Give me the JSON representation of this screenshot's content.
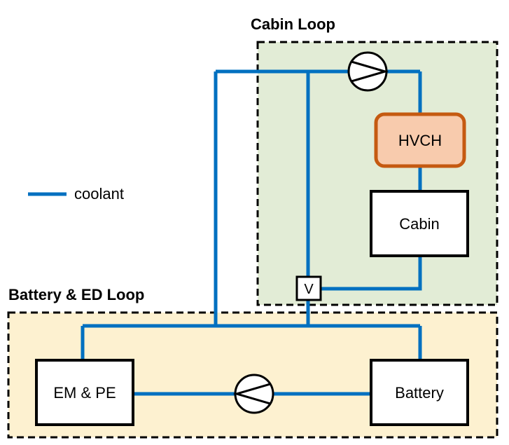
{
  "regions": {
    "cabin_loop": {
      "label": "Cabin Loop",
      "fill": "#e2ecd6"
    },
    "battery_ed_loop": {
      "label": "Battery & ED Loop",
      "fill": "#fdf1d0"
    }
  },
  "legend": {
    "label": "coolant",
    "color": "#0070c0"
  },
  "components": {
    "hvch": {
      "label": "HVCH",
      "fill": "#f8cbad",
      "stroke": "#c55a11"
    },
    "cabin": {
      "label": "Cabin"
    },
    "em_pe": {
      "label": "EM & PE"
    },
    "battery": {
      "label": "Battery"
    },
    "valve": {
      "label": "V"
    }
  },
  "colors": {
    "coolant": "#0070c0",
    "outline": "#000000"
  }
}
